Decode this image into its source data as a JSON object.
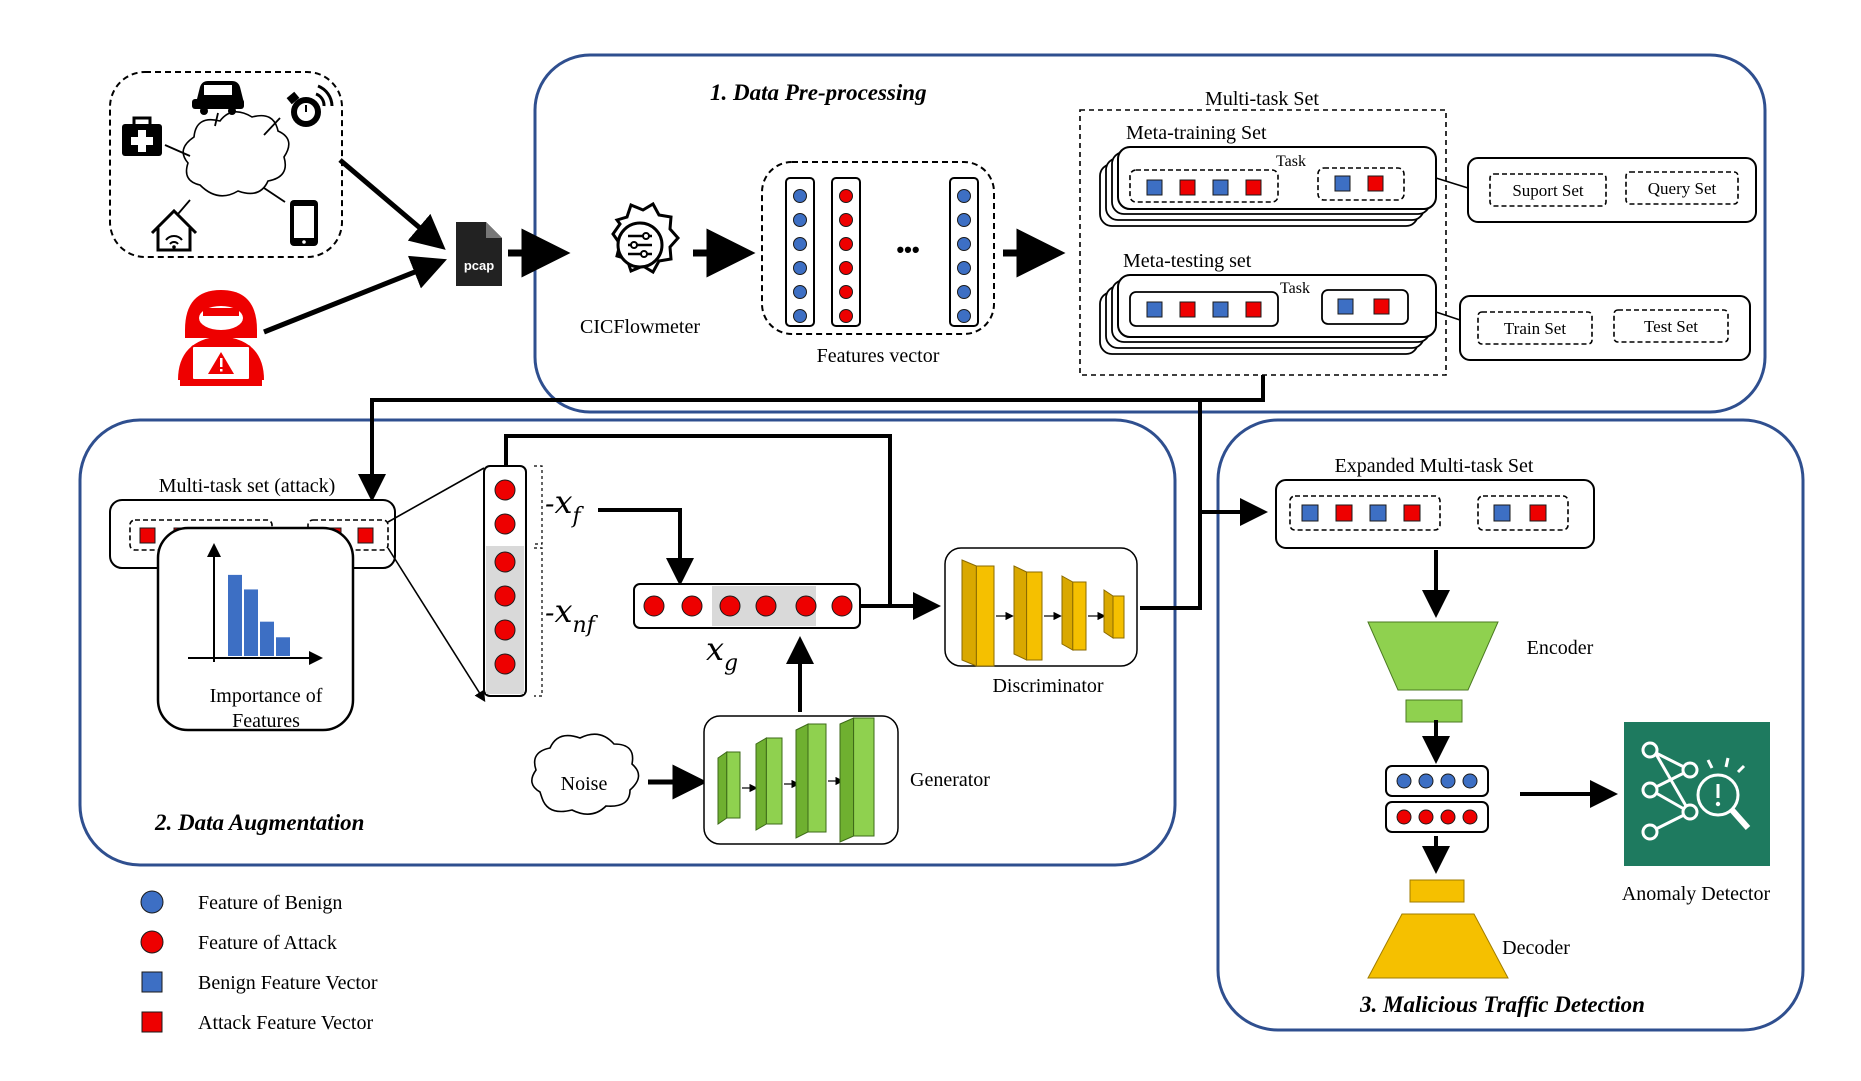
{
  "sections": {
    "preprocessing_title": "1. Data Pre-processing",
    "augmentation_title": "2. Data Augmentation",
    "detection_title": "3. Malicious Traffic Detection"
  },
  "preprocessing": {
    "pcap_label": "pcap",
    "cicflowmeter_label": "CICFlowmeter",
    "features_vector_label": "Features vector",
    "ellipsis": "•••",
    "multitask_set_label": "Multi-task Set",
    "meta_training_label": "Meta-training Set",
    "meta_testing_label": "Meta-testing set",
    "task_label": "Task",
    "support_set_label": "Suport Set",
    "query_set_label": "Query Set",
    "train_set_label": "Train Set",
    "test_set_label": "Test Set"
  },
  "augmentation": {
    "multitask_attack_label": "Multi-task set (attack)",
    "importance_label_line1": "Importance of",
    "importance_label_line2": "Features",
    "importance_bars": [
      0.78,
      0.64,
      0.33,
      0.18
    ],
    "xf_label": "x",
    "xf_sub": "f",
    "xnf_label": "x",
    "xnf_sub": "nf",
    "xg_label": "x",
    "xg_sub": "g",
    "discriminator_label": "Discriminator",
    "generator_label": "Generator",
    "noise_label": "Noise"
  },
  "detection": {
    "expanded_set_label": "Expanded Multi-task Set",
    "encoder_label": "Encoder",
    "decoder_label": "Decoder",
    "anomaly_detector_label": "Anomaly Detector"
  },
  "legend": [
    {
      "shape": "circle",
      "color": "#3d6fc4",
      "label": "Feature of Benign"
    },
    {
      "shape": "circle",
      "color": "#ee0000",
      "label": "Feature of Attack"
    },
    {
      "shape": "square",
      "color": "#3d6fc4",
      "label": "Benign Feature Vector"
    },
    {
      "shape": "square",
      "color": "#ee0000",
      "label": "Attack Feature Vector"
    }
  ],
  "icons": [
    "car-icon",
    "medical-kit-icon",
    "smart-watch-icon",
    "smart-home-icon",
    "smartphone-icon",
    "cloud-icon",
    "hacker-icon",
    "pcap-file-icon",
    "cicflowmeter-gear-icon",
    "anomaly-detector-icon"
  ],
  "colors": {
    "benign": "#3d6fc4",
    "attack": "#ee0000",
    "frame": "#2f4f8f",
    "generator_green": "#8fd14f",
    "discriminator_yellow": "#f5c000",
    "encoder_green": "#8fd14f",
    "decoder_yellow": "#f5c000",
    "detector_bg": "#1e7a5f",
    "highlight_gray": "#d9d9d9"
  }
}
